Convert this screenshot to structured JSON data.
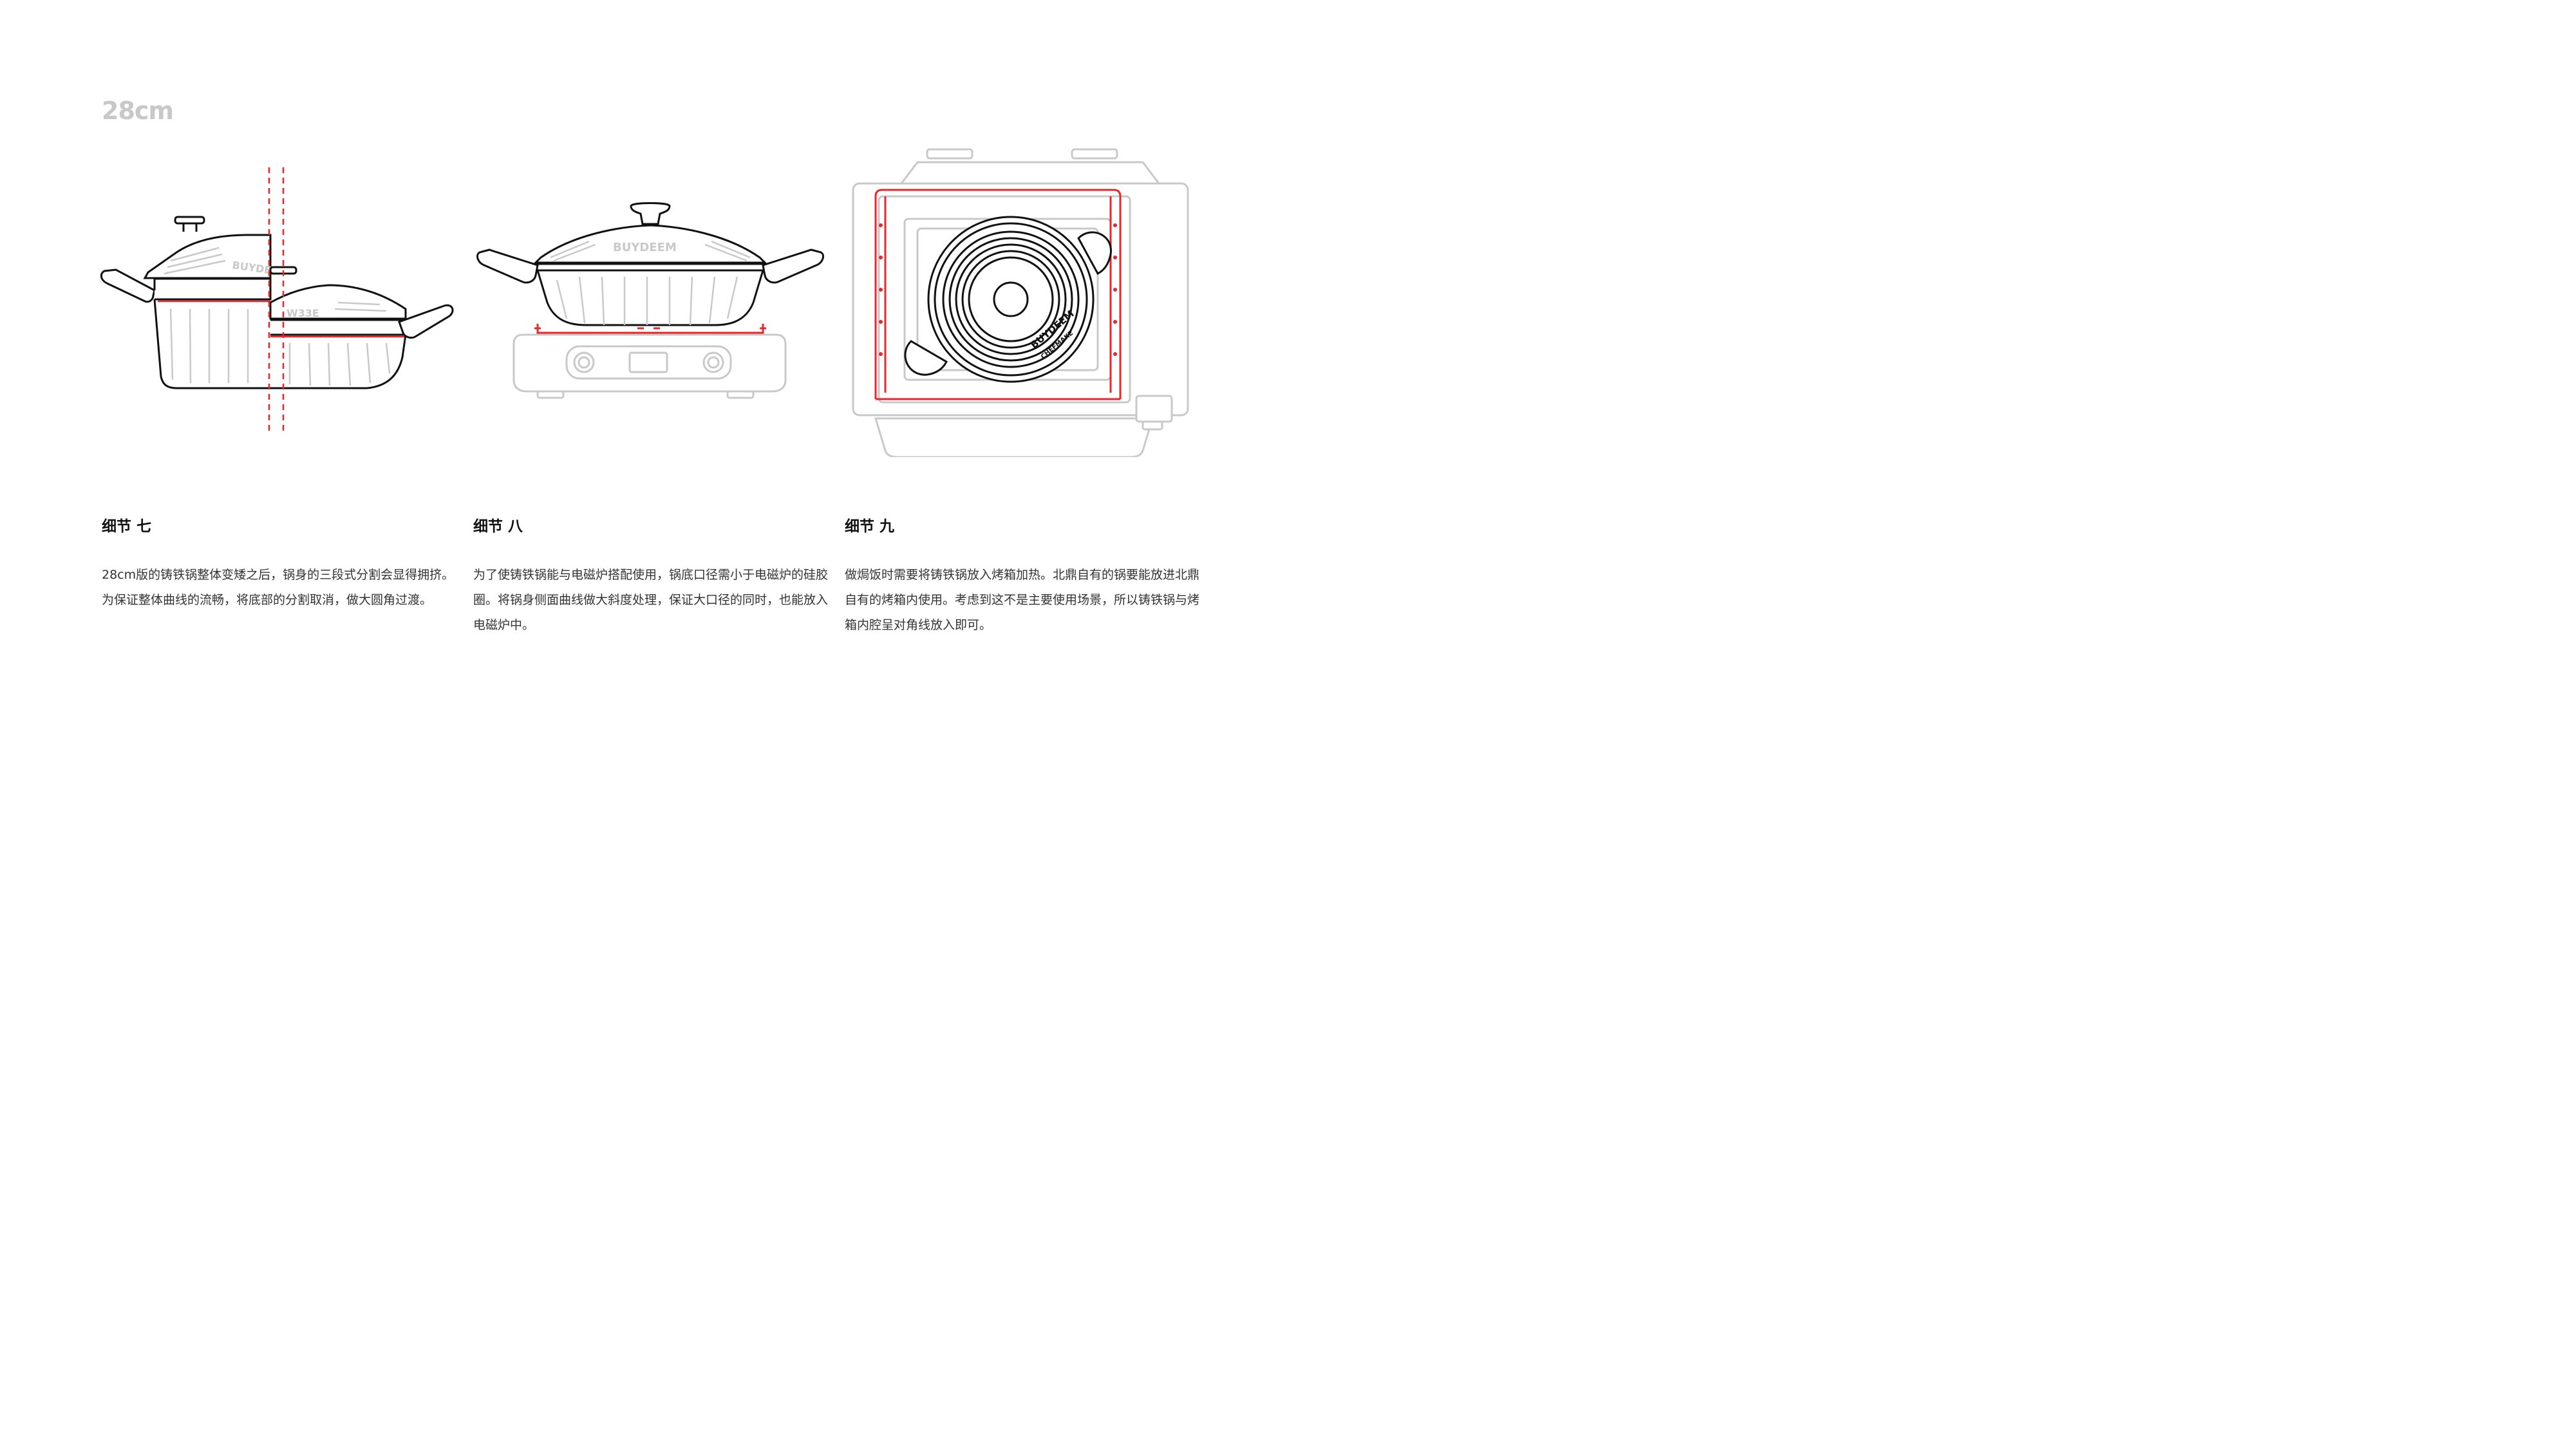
{
  "size_label": "28cm",
  "details": [
    {
      "title": "细节 七",
      "body": "28cm版的铸铁锅整体变矮之后，锅身的三段式分割会显得拥挤。为保证整体曲线的流畅，将底部的分割取消，做大圆角过渡。"
    },
    {
      "title": "细节 八",
      "body": "为了使铸铁锅能与电磁炉搭配使用，锅底口径需小于电磁炉的硅胶圈。将锅身侧面曲线做大斜度处理，保证大口径的同时，也能放入电磁炉中。"
    },
    {
      "title": "细节 九",
      "body": "做焗饭时需要将铸铁锅放入烤箱加热。北鼎自有的锅要能放进北鼎自有的烤箱内使用。考虑到这不是主要使用场景，所以铸铁锅与烤箱内腔呈对角线放入即可。"
    }
  ],
  "brand": {
    "name": "BUYDEEM",
    "sub": "CHEFMAKE"
  },
  "colors": {
    "accent_red": "#e8262b",
    "line_dark": "#111111",
    "line_gray": "#c9c9c9",
    "label_gray": "#c8c8c8"
  }
}
